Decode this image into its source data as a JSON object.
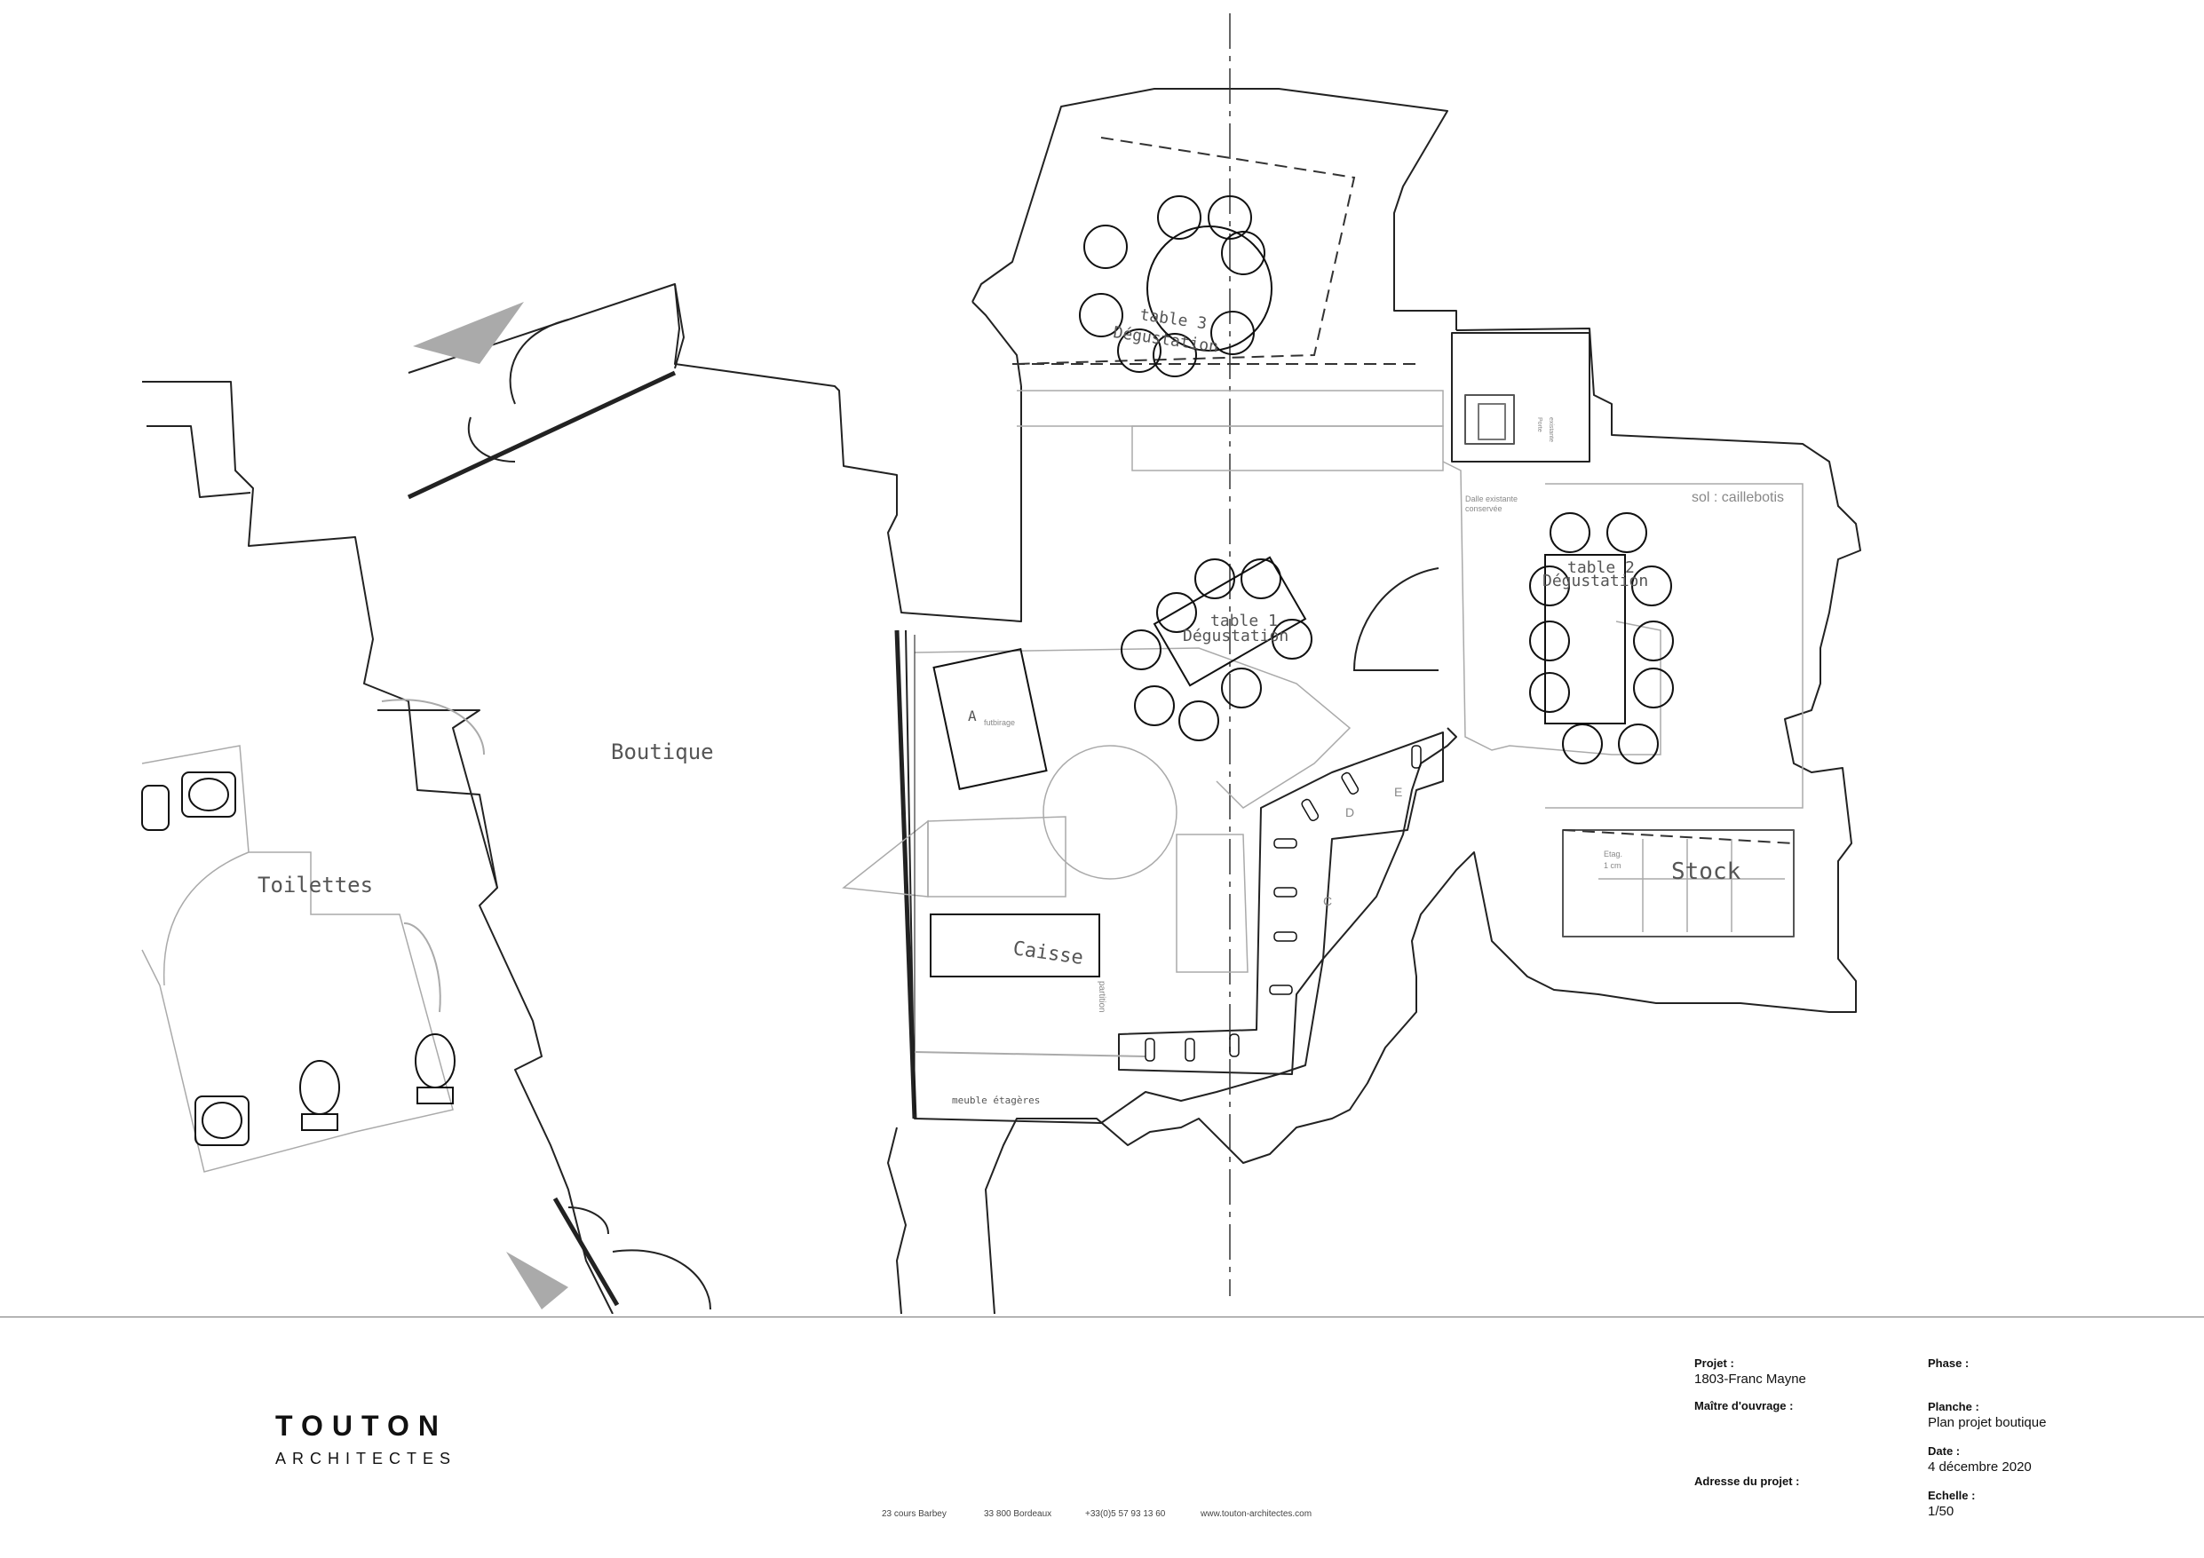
{
  "plan": {
    "rooms": {
      "boutique": "Boutique",
      "toilettes": "Toilettes",
      "stock": "Stock",
      "caisse": "Caisse",
      "table1_name": "table 1",
      "table1_sub": "Dégustation",
      "table2_name": "table 2",
      "table2_sub": "Dégustation",
      "table3_name": "table 3",
      "table3_sub": "Dégustation",
      "sol": "sol : caillebotis",
      "meuble": "meuble étagères",
      "fut_a": "A",
      "fut_a_sub": "futbirage",
      "letter_c": "C",
      "letter_d": "D",
      "letter_e": "E",
      "partition": "partition",
      "dalle": "Dalle existante",
      "dalle_sub": "conservée",
      "stock_note": "Etag.",
      "stock_note_sub": "1 cm",
      "wc_note": "Porte",
      "wc_note_sub": "existante"
    }
  },
  "firm": {
    "name": "TOUTON",
    "subtitle": "ARCHITECTES",
    "street": "23 cours Barbey",
    "city": "33 800 Bordeaux",
    "phone": "+33(0)5 57 93 13 60",
    "web": "www.touton-architectes.com"
  },
  "titleblock": {
    "projet_label": "Projet :",
    "projet_value": "1803-Franc Mayne",
    "maitre_label": "Maître d'ouvrage :",
    "maitre_value": "",
    "adresse_label": "Adresse du projet :",
    "adresse_value": "",
    "phase_label": "Phase :",
    "phase_value": "",
    "planche_label": "Planche :",
    "planche_value": "Plan projet boutique",
    "date_label": "Date :",
    "date_value": "4 décembre 2020",
    "echelle_label": "Echelle :",
    "echelle_value": "1/50"
  }
}
